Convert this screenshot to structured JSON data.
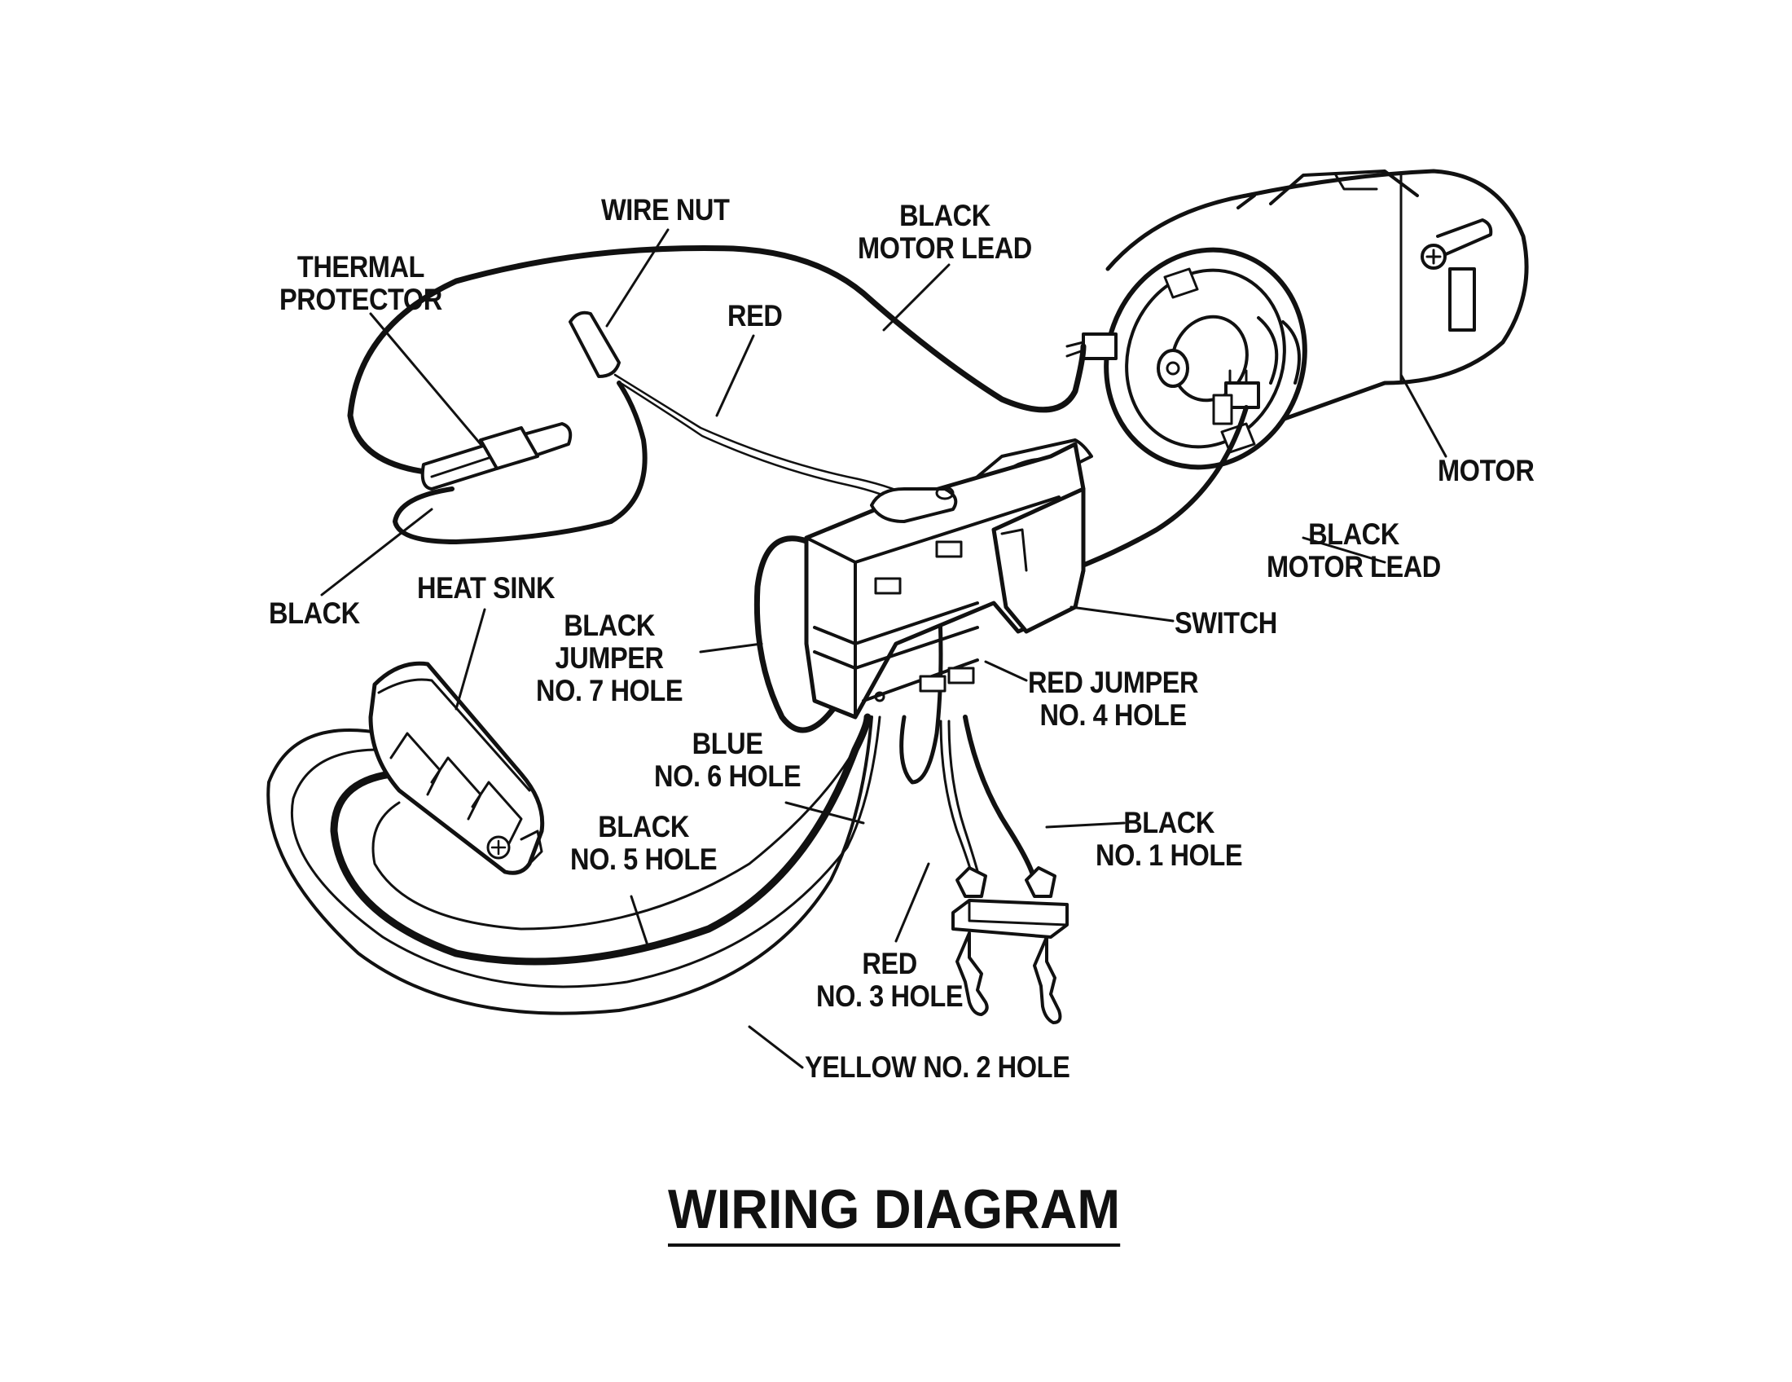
{
  "title": "WIRING DIAGRAM",
  "labels": {
    "thermal_protector": [
      "THERMAL",
      "PROTECTOR"
    ],
    "wire_nut": [
      "WIRE NUT"
    ],
    "black_motor_lead_top": [
      "BLACK",
      "MOTOR LEAD"
    ],
    "red": [
      "RED"
    ],
    "motor": [
      "MOTOR"
    ],
    "black_motor_lead_right": [
      "BLACK",
      "MOTOR LEAD"
    ],
    "black_left": [
      "BLACK"
    ],
    "heat_sink": [
      "HEAT SINK"
    ],
    "black_jumper": [
      "BLACK",
      "JUMPER",
      "NO. 7 HOLE"
    ],
    "switch": [
      "SWITCH"
    ],
    "red_jumper": [
      "RED JUMPER",
      "NO. 4 HOLE"
    ],
    "blue": [
      "BLUE",
      "NO. 6 HOLE"
    ],
    "black_no5": [
      "BLACK",
      "NO. 5 HOLE"
    ],
    "black_no1": [
      "BLACK",
      "NO. 1 HOLE"
    ],
    "red_no3": [
      "RED",
      "NO. 3 HOLE"
    ],
    "yellow": [
      "YELLOW NO. 2 HOLE"
    ]
  }
}
